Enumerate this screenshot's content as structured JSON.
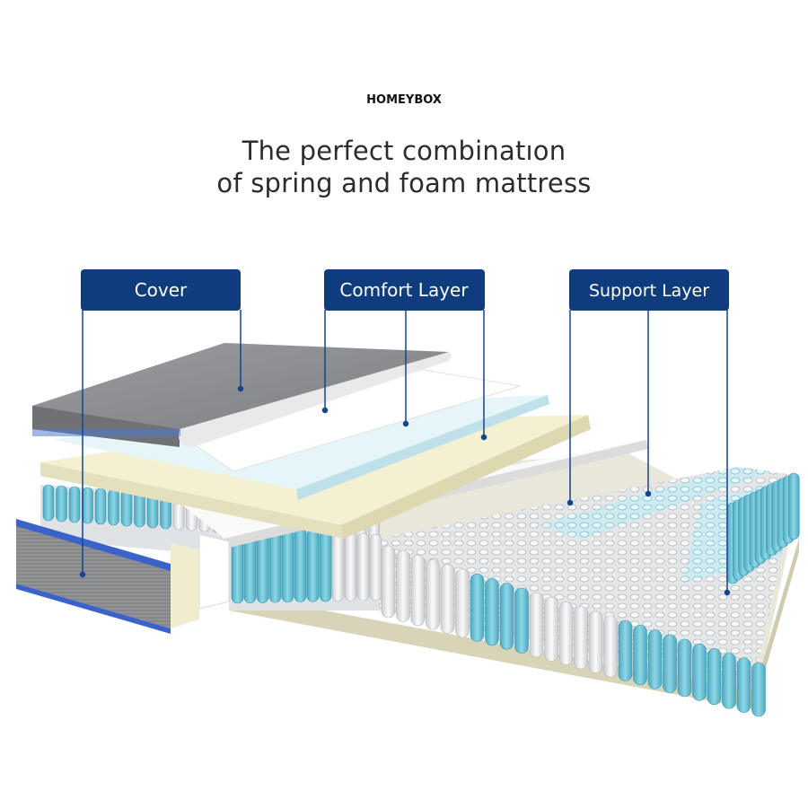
{
  "brand": "HOMEYBOX",
  "headline": {
    "line1": "The perfect combinatıon",
    "line2": "of spring and foam mattress"
  },
  "labels": {
    "cover": "Cover",
    "comfort": "Comfort Layer",
    "support": "Support Layer"
  },
  "colors": {
    "label_bg": "#0f3c7d",
    "leader": "#14448e",
    "cover_grey": "#8d8f92",
    "foam_blue": "#dff1f5",
    "foam_cream": "#f2efcf",
    "spring_teal": "#6fc3d6",
    "spring_white": "#f1f2f3"
  }
}
